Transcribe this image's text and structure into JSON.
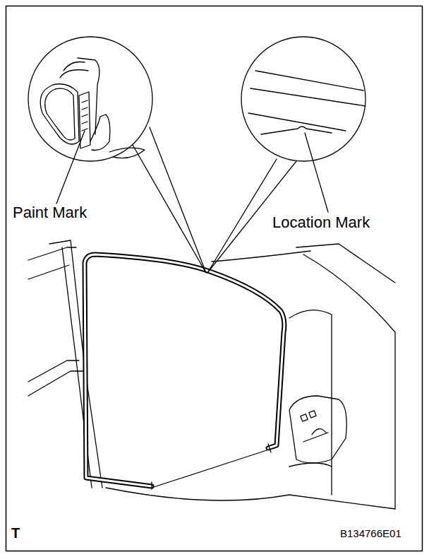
{
  "diagram": {
    "labels": [
      "Paint Mark",
      "Location Mark",
      "T",
      "B134766E01"
    ]
  }
}
